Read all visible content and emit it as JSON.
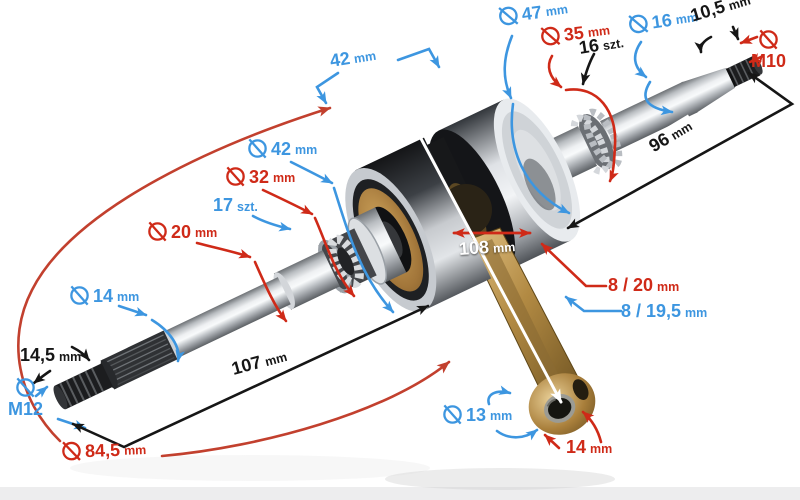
{
  "scene": {
    "description": "Metal motorcycle crankshaft with connecting rod, photographed diagonally on white background, overlaid with dimension annotations in blue, red and black"
  },
  "colors": {
    "annotation_blue": "#3d96e0",
    "annotation_red": "#cf2a18",
    "ellipse_red": "#c2402e",
    "annotation_black": "#161616",
    "annotation_white": "#ffffff",
    "metal_highlight": "#f4f6f8",
    "metal_shadow": "#5c6064",
    "rod_gold": "#b28a43",
    "background": "#ffffff"
  },
  "annotations": {
    "dia47": {
      "value": "47",
      "unit": "mm"
    },
    "dia35": {
      "value": "35",
      "unit": "mm"
    },
    "sprocket_teeth": {
      "value": "16",
      "unit": "szt."
    },
    "dia16": {
      "value": "16",
      "unit": "mm"
    },
    "len10_5": {
      "value": "10,5",
      "unit": "mm"
    },
    "thread_m10": {
      "value": "M10",
      "unit": ""
    },
    "web_width": {
      "value": "42",
      "unit": "mm"
    },
    "dia42": {
      "value": "42",
      "unit": "mm"
    },
    "dia32": {
      "value": "32",
      "unit": "mm"
    },
    "bearing_rollers": {
      "value": "17",
      "unit": "szt."
    },
    "dia20": {
      "value": "20",
      "unit": "mm"
    },
    "dia14": {
      "value": "14",
      "unit": "mm"
    },
    "len14_5": {
      "value": "14,5",
      "unit": "mm"
    },
    "thread_m12": {
      "value": "M12",
      "unit": ""
    },
    "len107": {
      "value": "107",
      "unit": "mm"
    },
    "dia84_5": {
      "value": "84,5",
      "unit": "mm"
    },
    "len108": {
      "value": "108",
      "unit": "mm"
    },
    "len96": {
      "value": "96",
      "unit": "mm"
    },
    "keyway_right": {
      "value": "8 / 20",
      "unit": "mm"
    },
    "keyway_left": {
      "value": "8 / 19,5",
      "unit": "mm"
    },
    "dia13": {
      "value": "13",
      "unit": "mm"
    },
    "len14": {
      "value": "14",
      "unit": "mm"
    }
  }
}
